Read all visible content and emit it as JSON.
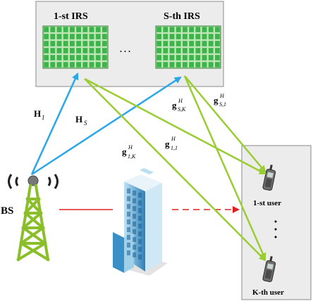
{
  "irs_panel": {
    "first_label": "1-st IRS",
    "last_label": "S-th IRS",
    "ellipsis": ". . ."
  },
  "users_panel": {
    "first_label": "1-st user",
    "last_label": "K-th user",
    "ellipsis": "⋮"
  },
  "bs_label": "BS",
  "channel_labels": {
    "H1_main": "H",
    "H1_sub": "1",
    "HS_main": "H",
    "HS_sub": "S",
    "gSK_main": "g",
    "gSK_sup": "H",
    "gSK_sub": "S,K",
    "gS1_main": "g",
    "gS1_sup": "H",
    "gS1_sub": "S,1",
    "g11_main": "g",
    "g11_sup": "H",
    "g11_sub": "1,1",
    "g1K_main": "g",
    "g1K_sup": "H",
    "g1K_sub": "1,K"
  },
  "colors": {
    "irs_panel_fill": "#ececec",
    "irs_element": "#3cb44b",
    "irs_element_bg": "#bfe6b5",
    "blue_arrow": "#2aa7e6",
    "green_arrow": "#9acd32",
    "direct_link": "#e02020",
    "tower": "#8bbf2a"
  }
}
